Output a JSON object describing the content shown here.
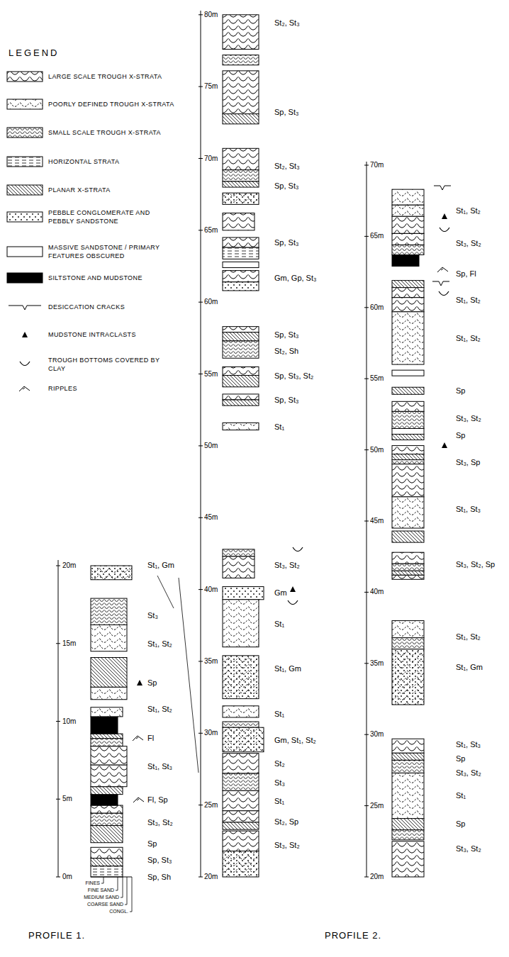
{
  "diagram": {
    "labels": [
      "LEGEND",
      "20m",
      "15m",
      "10m",
      "5m",
      "0m",
      "FINES",
      "FINE SAND",
      "MEDIUM SAND",
      "COARSE SAND",
      "CONGL.",
      "St₁, Gm",
      "St₃",
      "St₁, St₂",
      "Sp",
      "St₁, St₂",
      "Fl",
      "St₁, St₃",
      "Fl, Sp",
      "St₃, St₂",
      "Sp",
      "Sp, St₃",
      "Sp, Sh",
      "80m",
      "75m",
      "70m",
      "65m",
      "60m",
      "55m",
      "50m",
      "45m",
      "40m",
      "35m",
      "30m",
      "25m",
      "20m",
      "St₂, St₃",
      "Sp, St₃",
      "St₂, St₃",
      "Sp, St₃",
      "Sp, St₃",
      "Gm, Gp, St₃",
      "Sp, St₃",
      "St₂, Sh",
      "Sp, St₃, St₂",
      "Sp, St₃",
      "St₁",
      "St₃, St₂",
      "Gm",
      "St₁",
      "St₁, Gm",
      "St₁",
      "Gm, St₁, St₂",
      "St₂",
      "St₃",
      "St₁",
      "St₂, Sp",
      "St₃, St₂",
      "70m",
      "65m",
      "60m",
      "55m",
      "50m",
      "45m",
      "40m",
      "35m",
      "30m",
      "25m",
      "20m",
      "St₁, St₂",
      "St₃, St₂",
      "Sp, Fl",
      "St₁, St₂",
      "St₁, St₂",
      "Sp",
      "St₃, St₂",
      "Sp",
      "St₃, Sp",
      "St₁, St₃",
      "St₃, St₂, Sp",
      "St₁, St₂",
      "St₁, Gm",
      "St₁, St₃",
      "Sp",
      "St₃, St₂",
      "St₁",
      "Sp",
      "St₃, St₂",
      "PROFILE 1.",
      "PROFILE 2."
    ],
    "legend": [
      {
        "text": "LARGE SCALE TROUGH X-STRATA"
      },
      {
        "text": "POORLY DEFINED TROUGH X-STRATA"
      },
      {
        "text": "SMALL SCALE TROUGH X-STRATA"
      },
      {
        "text": "HORIZONTAL STRATA"
      },
      {
        "text": "PLANAR X-STRATA"
      },
      {
        "text": "PEBBLE CONGLOMERATE AND PEBBLY SANDSTONE"
      },
      {
        "text": "MASSIVE SANDSTONE / PRIMARY FEATURES OBSCURED"
      },
      {
        "text": "SILTSTONE AND MUDSTONE"
      },
      {
        "text": "DESICCATION CRACKS"
      },
      {
        "text": "MUDSTONE INTRACLASTS"
      },
      {
        "text": "TROUGH BOTTOMS COVERED BY CLAY"
      },
      {
        "text": "RIPPLES"
      }
    ]
  }
}
